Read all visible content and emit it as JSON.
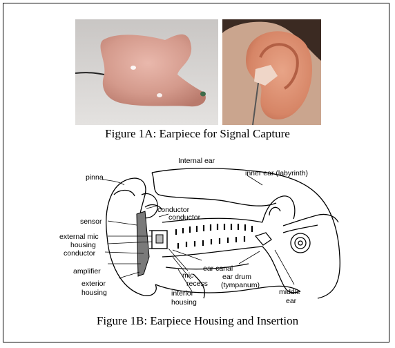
{
  "figure_1a": {
    "caption": "Figure 1A: Earpiece for Signal Capture"
  },
  "figure_1b": {
    "caption": "Figure 1B: Earpiece Housing and Insertion",
    "labels": {
      "internal_ear": "Internal ear",
      "pinna": "pinna",
      "inner_ear": "inner ear (labyrinth)",
      "conductor_upper": "conductor",
      "conductor_lower": "conductor",
      "sensor": "sensor",
      "external_mic": "external mic",
      "housing": "housing",
      "conductor_left": "conductor",
      "amplifier": "amplifier",
      "exterior": "exterior",
      "exterior_housing": "housing",
      "ear_canal": "ear canal",
      "mic": "mic",
      "ear_drum": "ear drum",
      "tympanum": "(tympanum)",
      "recess": "recess",
      "interior": "interior",
      "interior_housing": "housing",
      "middle": "middle",
      "ear": "ear"
    }
  }
}
